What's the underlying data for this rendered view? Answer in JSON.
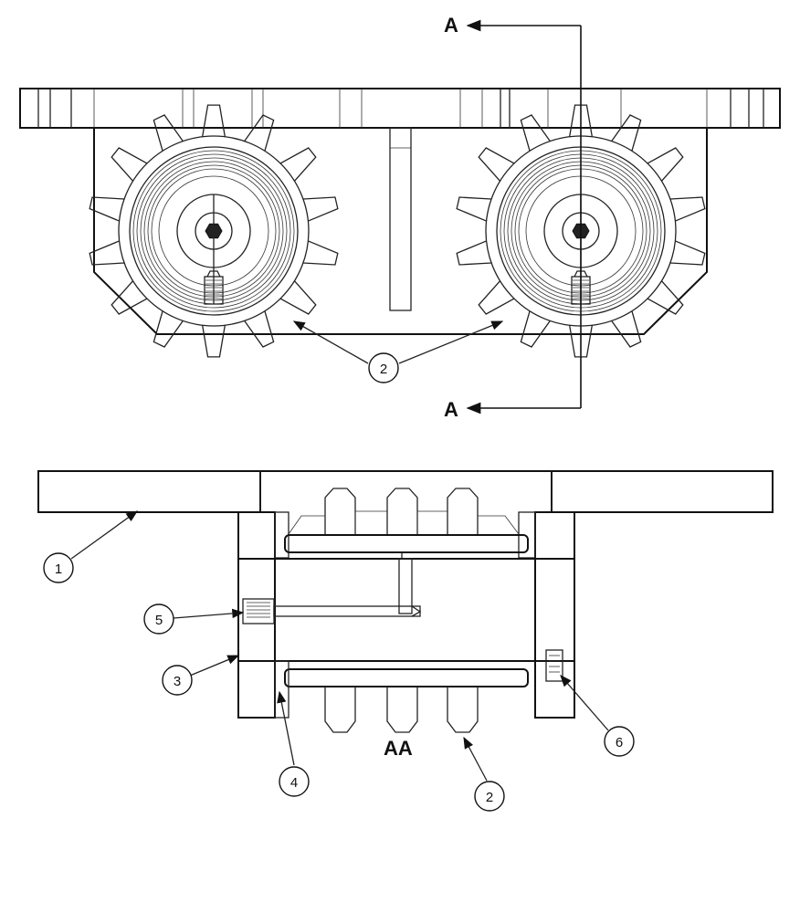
{
  "section_marks": {
    "top": "A",
    "bottom": "A",
    "view_label": "AA"
  },
  "callouts": {
    "c1": "1",
    "c2_top": "2",
    "c2_bottom": "2",
    "c3": "3",
    "c4": "4",
    "c5": "5",
    "c6": "6"
  },
  "colors": {
    "line": "#222222",
    "background": "#ffffff"
  }
}
